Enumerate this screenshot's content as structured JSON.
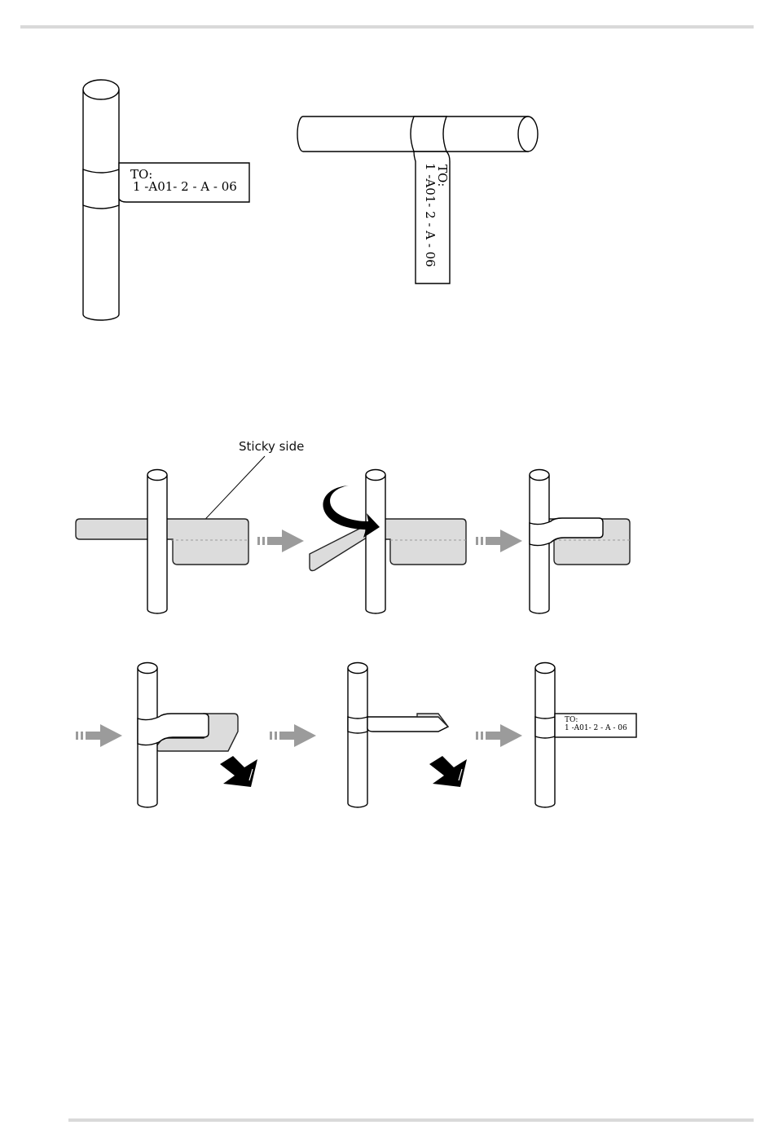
{
  "figure_top": {
    "vertical_pipe_label": {
      "line1": "TO:",
      "line2": "1  -A01- 2  - A - 06"
    },
    "horizontal_pipe_label": {
      "line1": "TO:",
      "line2": "1  -A01- 2  - A - 06"
    }
  },
  "figure_steps": {
    "callout": "Sticky side",
    "final_label": {
      "line1": "TO:",
      "line2": "1 -A01- 2 - A - 06"
    },
    "step_count": 6
  },
  "colors": {
    "label_grey": "#dcdcdc",
    "arrow_grey": "#9b9b9b",
    "rule_grey": "#d9d9d9"
  }
}
